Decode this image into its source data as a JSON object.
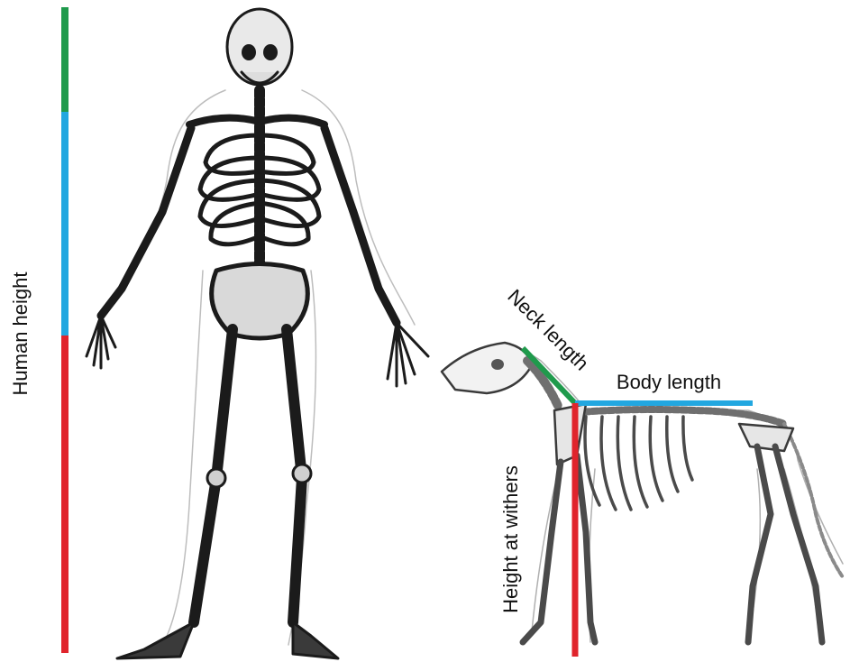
{
  "labels": {
    "human_height": "Human height",
    "neck_length": "Neck length",
    "body_length": "Body length",
    "height_at_withers": "Height at withers"
  },
  "colors": {
    "green": "#1f9a4c",
    "blue": "#22a7e0",
    "red": "#e0242c",
    "bone_dark": "#1b1b1b",
    "bone_mid": "#6f6f6f",
    "bone_light": "#f2f2f2",
    "outline": "#9a9a9a"
  },
  "figures": [
    {
      "name": "human-skeleton"
    },
    {
      "name": "dog-skeleton"
    }
  ]
}
